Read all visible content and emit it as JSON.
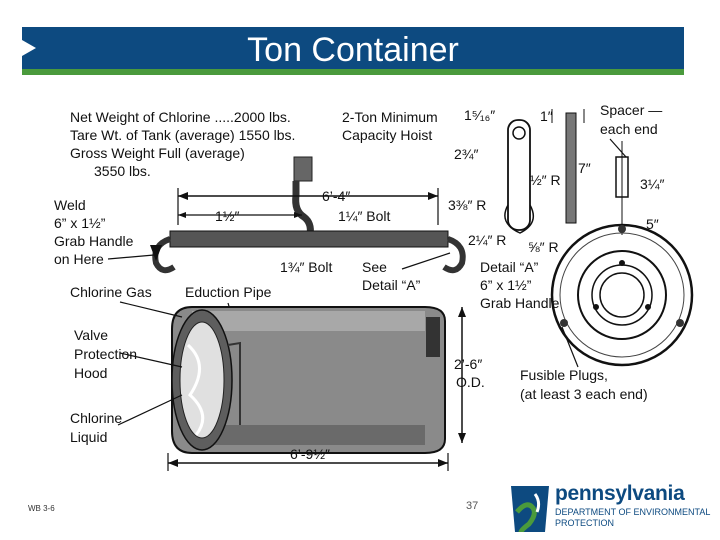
{
  "title": "Ton Container",
  "footer_code": "WB 3-6",
  "page_number": "37",
  "logo": {
    "name": "pennsylvania",
    "line1": "DEPARTMENT OF ENVIRONMENTAL",
    "line2": "PROTECTION"
  },
  "colors": {
    "title_blue": "#0d4a80",
    "accent_green": "#4a9a3c"
  },
  "diagram": {
    "specs": [
      "Net Weight of Chlorine .....2000 lbs.",
      "Tare Wt. of Tank (average) 1550 lbs.",
      "Gross Weight Full (average)",
      "3550 lbs."
    ],
    "hoist": [
      "2-Ton Minimum",
      "Capacity Hoist"
    ],
    "weld": [
      "Weld",
      "6” x 1½”",
      "Grab Handle",
      "on Here"
    ],
    "length_top": "6’-4″",
    "half_inch_left": "1½″",
    "bolt_top": "1¼″ Bolt",
    "bolt_bottom": "1¾″ Bolt",
    "see_detail": [
      "See",
      "Detail “A”"
    ],
    "chlorine_gas": "Chlorine Gas",
    "eduction_pipe": "Eduction Pipe",
    "valve_hood": [
      "Valve",
      "Protection",
      "Hood"
    ],
    "chlorine_liquid": [
      "Chlorine",
      "Liquid"
    ],
    "diameter": [
      "2’-6″",
      "O.D."
    ],
    "length_bottom": "6’-9½″",
    "detail_a": [
      "Detail “A”",
      "6” x 1½”",
      "Grab Handle"
    ],
    "fusible_plugs": [
      "Fusible Plugs,",
      "(at least 3 each end)"
    ],
    "spacer": [
      "Spacer —",
      "each end"
    ],
    "dims": {
      "d1": "1⁵⁄₁₆″",
      "d2": "2¾″",
      "d3": "3⅜″ R",
      "d4": "2¼″ R",
      "d5": "⅝″ R",
      "d6": "½″ R",
      "d7": "1″",
      "d8": "7″",
      "d9": "3¼″",
      "d10": "5″"
    }
  }
}
